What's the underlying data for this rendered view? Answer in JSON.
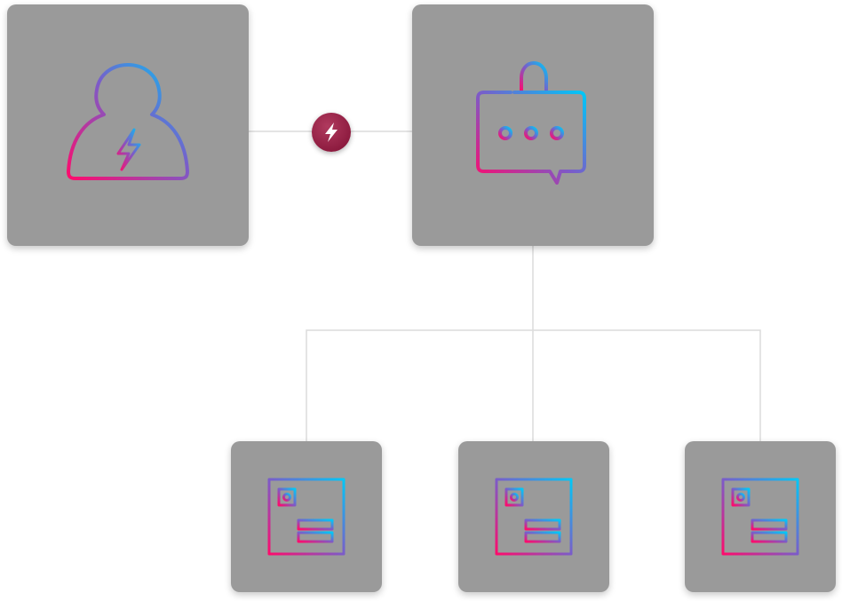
{
  "diagram": {
    "nodes": [
      {
        "id": "user",
        "icon": "user-lightning-icon"
      },
      {
        "id": "bag",
        "icon": "shopping-bag-chat-icon"
      },
      {
        "id": "doc-1",
        "icon": "id-card-icon"
      },
      {
        "id": "doc-2",
        "icon": "id-card-icon"
      },
      {
        "id": "doc-3",
        "icon": "id-card-icon"
      }
    ],
    "edges": [
      {
        "from": "user",
        "to": "bag",
        "badge": "lightning-icon"
      },
      {
        "from": "bag",
        "to": "doc-1"
      },
      {
        "from": "bag",
        "to": "doc-2"
      },
      {
        "from": "bag",
        "to": "doc-3"
      }
    ]
  },
  "colors": {
    "card_bg": "#9a9a9a",
    "connector": "#dcdcdc",
    "gradient_start": "#ff0a6c",
    "gradient_mid": "#7b5cc9",
    "gradient_end": "#00c8f8",
    "badge": "#8e1c40"
  }
}
